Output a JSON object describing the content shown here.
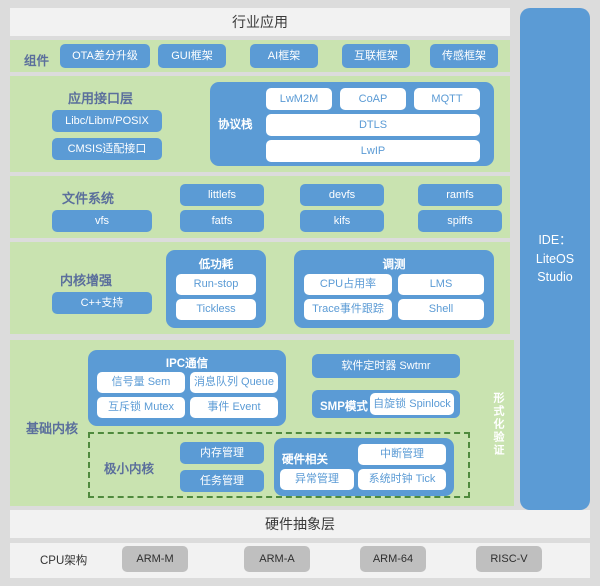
{
  "bands": {
    "industry": "行业应用",
    "hal": "硬件抽象层",
    "cpu_label": "CPU架构"
  },
  "ide": {
    "label": "IDE：\nLiteOS Studio",
    "line1": "IDE：",
    "line2": "LiteOS",
    "line3": "Studio"
  },
  "formal_verification": {
    "label": "形式化验证"
  },
  "components": {
    "label": "组件",
    "items": [
      "OTA差分升级",
      "GUI框架",
      "AI框架",
      "互联框架",
      "传感框架"
    ]
  },
  "api_layer": {
    "label": "应用接口层",
    "items": [
      "Libc/Libm/POSIX",
      "CMSIS适配接口"
    ],
    "protocol_stack": {
      "label": "协议栈",
      "row1": [
        "LwM2M",
        "CoAP",
        "MQTT"
      ],
      "row2": [
        "DTLS"
      ],
      "row3": [
        "LwIP"
      ]
    }
  },
  "file_system": {
    "label": "文件系统",
    "row1": [
      "littlefs",
      "devfs",
      "ramfs"
    ],
    "row2": [
      "vfs",
      "fatfs",
      "kifs",
      "spiffs"
    ]
  },
  "kernel_enhancement": {
    "label": "内核增强",
    "items": [
      "C++支持"
    ],
    "low_power": {
      "title": "低功耗",
      "items": [
        "Run-stop",
        "Tickless"
      ]
    },
    "debug": {
      "title": "调测",
      "items": [
        "CPU占用率",
        "LMS",
        "Trace事件跟踪",
        "Shell"
      ]
    }
  },
  "base_kernel": {
    "label": "基础内核",
    "ipc": {
      "title": "IPC通信",
      "items": [
        "信号量 Sem",
        "消息队列 Queue",
        "互斥锁 Mutex",
        "事件 Event"
      ]
    },
    "swtmr": "软件定时器 Swtmr",
    "smp": {
      "label": "SMP模式",
      "item": "自旋锁 Spinlock"
    },
    "minimal_kernel": {
      "label": "极小内核",
      "items": [
        "内存管理",
        "任务管理"
      ],
      "hardware": {
        "title": "硬件相关",
        "items": [
          "中断管理",
          "异常管理",
          "系统时钟 Tick"
        ]
      }
    }
  },
  "cpu_arch": {
    "label": "CPU架构",
    "items": [
      "ARM-M",
      "ARM-A",
      "ARM-64",
      "RISC-V"
    ]
  },
  "colors": {
    "background": "#dcdcdc",
    "panel_green": "#c9e3b0",
    "accent_blue": "#5b9bd5",
    "band_gray": "#f2f2f2",
    "gray_pill": "#bfbfbf",
    "dashed_green": "#4f8a3d",
    "label_blue": "#5b6f9c"
  }
}
